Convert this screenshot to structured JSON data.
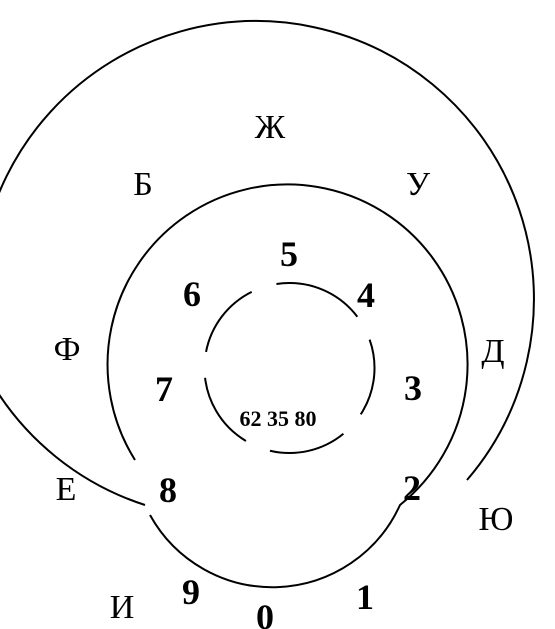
{
  "diagram": {
    "outer_letters": [
      "Ж",
      "У",
      "Д",
      "Ю",
      "И",
      "Е",
      "Ф",
      "Б"
    ],
    "digits": [
      "5",
      "4",
      "3",
      "2",
      "1",
      "0",
      "9",
      "8",
      "7",
      "6"
    ],
    "code": "62 35 80"
  },
  "colors": {
    "line": "#000000",
    "text": "#000000",
    "background": "#ffffff"
  }
}
